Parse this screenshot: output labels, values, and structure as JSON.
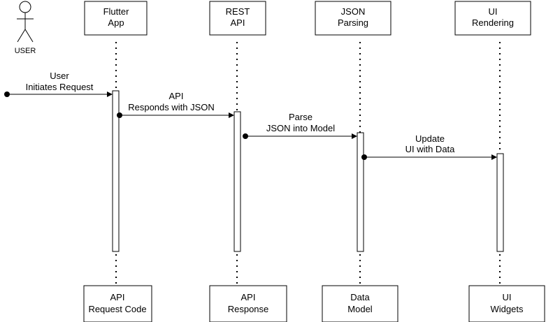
{
  "actor": {
    "label": "USER"
  },
  "participants": [
    {
      "id": "app",
      "header": [
        "Flutter",
        "App"
      ],
      "footer": [
        "API",
        "Request Code"
      ]
    },
    {
      "id": "api",
      "header": [
        "REST",
        "API"
      ],
      "footer": [
        "API",
        "Response"
      ]
    },
    {
      "id": "json",
      "header": [
        "JSON",
        "Parsing"
      ],
      "footer": [
        "Data",
        "Model"
      ]
    },
    {
      "id": "render",
      "header": [
        "UI",
        "Rendering"
      ],
      "footer": [
        "UI",
        "Widgets"
      ]
    }
  ],
  "messages": [
    {
      "from": "actor",
      "to": "app",
      "label": [
        "User",
        "Initiates Request"
      ]
    },
    {
      "from": "app",
      "to": "api",
      "label": [
        "API",
        "Responds with JSON"
      ]
    },
    {
      "from": "api",
      "to": "json",
      "label": [
        "Parse",
        "JSON into Model"
      ]
    },
    {
      "from": "json",
      "to": "render",
      "label": [
        "Update",
        "UI with Data"
      ]
    }
  ]
}
